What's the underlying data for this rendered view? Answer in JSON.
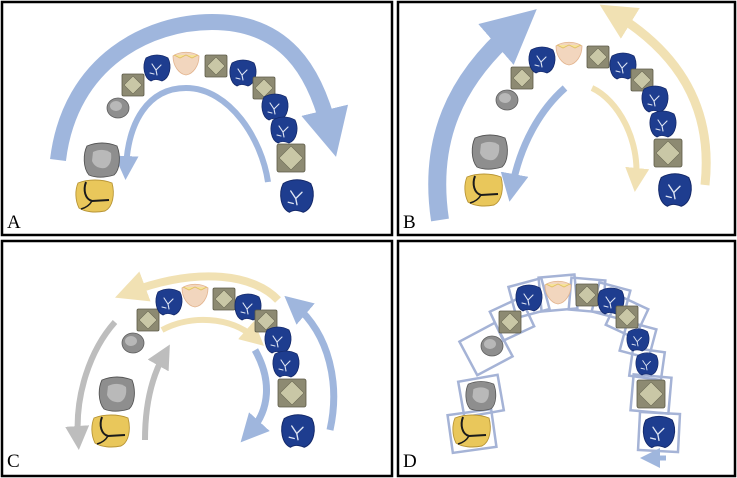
{
  "panels": [
    {
      "label": "A"
    },
    {
      "label": "B"
    },
    {
      "label": "C"
    },
    {
      "label": "D"
    }
  ],
  "colors": {
    "blue_arrow": "#9fb6dd",
    "yellow_arrow": "#f1e1b3",
    "gray_arrow": "#bdbdbd",
    "navy_tooth": "#1e3d8f",
    "olive_tooth": "#8d8a72",
    "gray_tooth": "#8e8e8e",
    "gold_tooth": "#e9c75b",
    "pink_tooth": "#f2d6be",
    "box_outline": "#a5b3d6"
  }
}
